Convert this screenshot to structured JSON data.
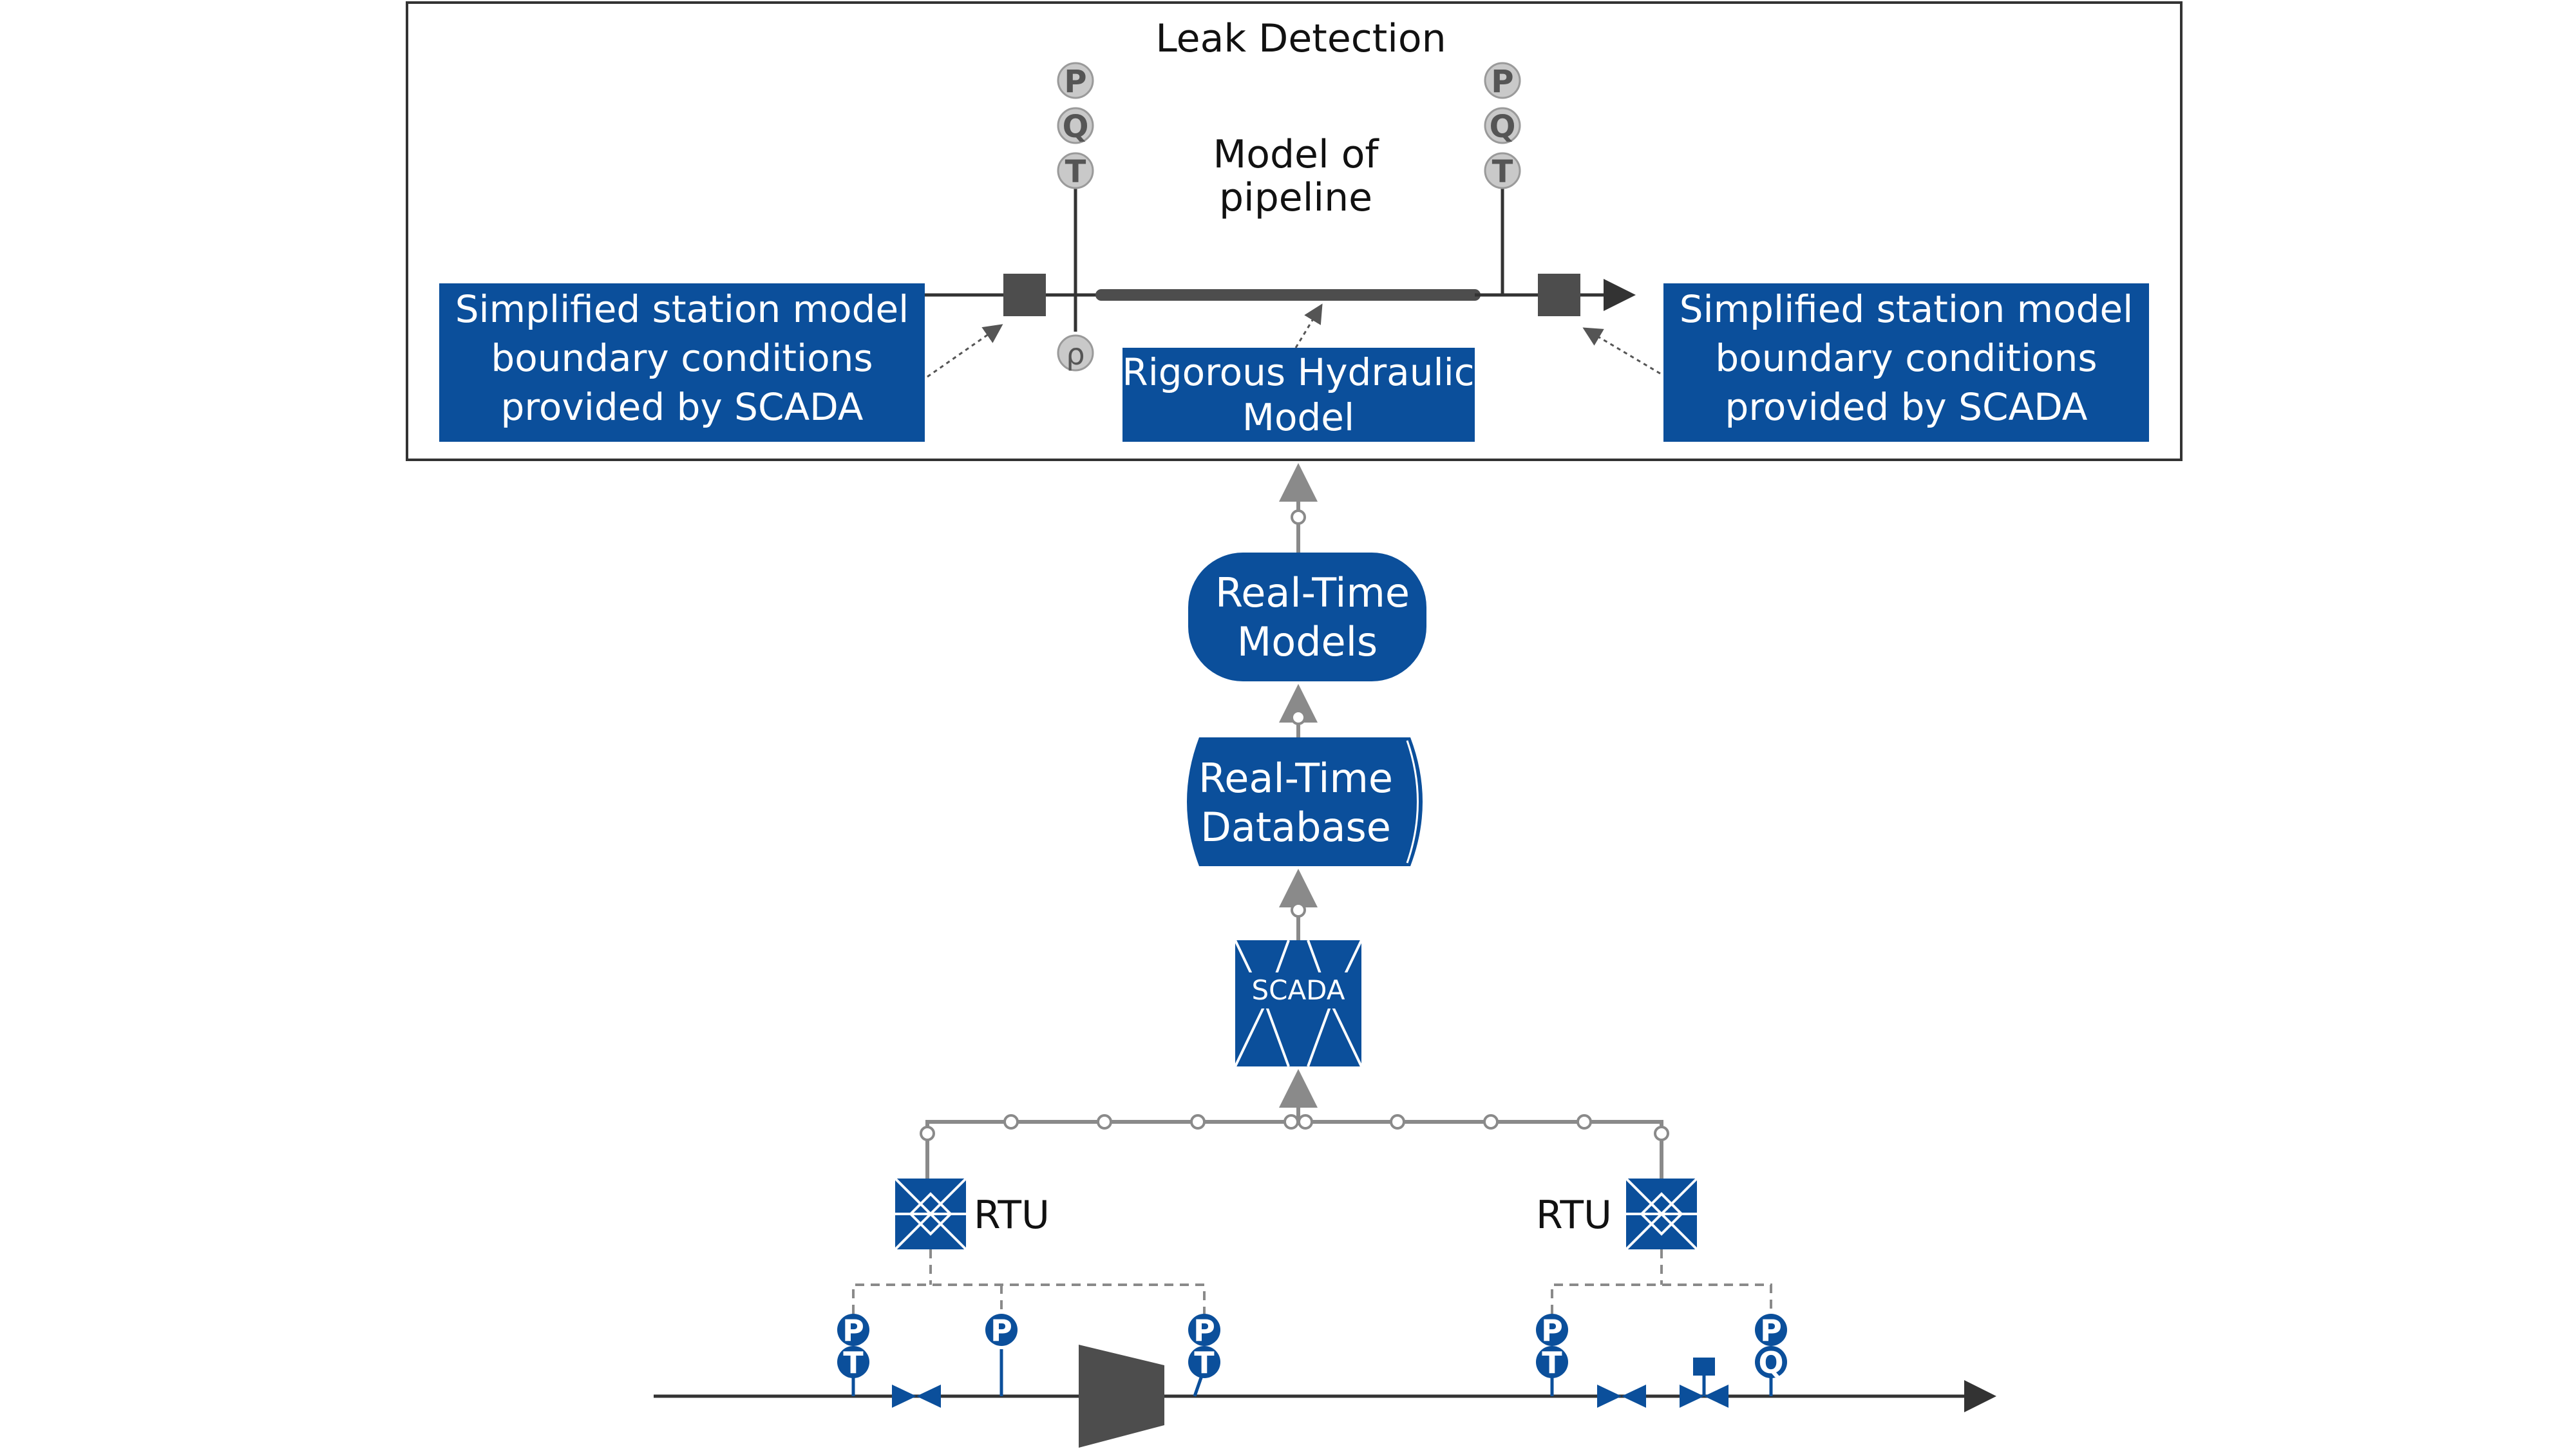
{
  "colors": {
    "blue": "#0b4f9b",
    "gray": "#8a8a8a",
    "dark": "#4d4d4d",
    "light_gray": "#c9c9c9",
    "black": "#111111"
  },
  "leak_detection": {
    "title": "Leak Detection",
    "model_label_1": "Model of",
    "model_label_2": "pipeline",
    "left_station": {
      "line1": "Simplified station model",
      "line2": "boundary conditions",
      "line3": "provided by SCADA"
    },
    "right_station": {
      "line1": "Simplified station model",
      "line2": "boundary conditions",
      "line3": "provided by SCADA"
    },
    "hydraulic": {
      "line1": "Rigorous Hydraulic",
      "line2": "Model"
    },
    "left_sensors": [
      "P",
      "Q",
      "T"
    ],
    "right_sensors": [
      "P",
      "Q",
      "T"
    ],
    "density_symbol": "ρ"
  },
  "realtime_models": {
    "line1": "Real-Time",
    "line2": "Models"
  },
  "realtime_database": {
    "line1": "Real-Time",
    "line2": "Database"
  },
  "scada": {
    "label": "SCADA"
  },
  "rtu_left": {
    "label": "RTU"
  },
  "rtu_right": {
    "label": "RTU"
  },
  "field_instruments": {
    "left_1": [
      "P",
      "T"
    ],
    "left_2": [
      "P"
    ],
    "left_3": [
      "P",
      "T"
    ],
    "right_1": [
      "P",
      "T"
    ],
    "right_2": [
      "P",
      "Q"
    ]
  }
}
